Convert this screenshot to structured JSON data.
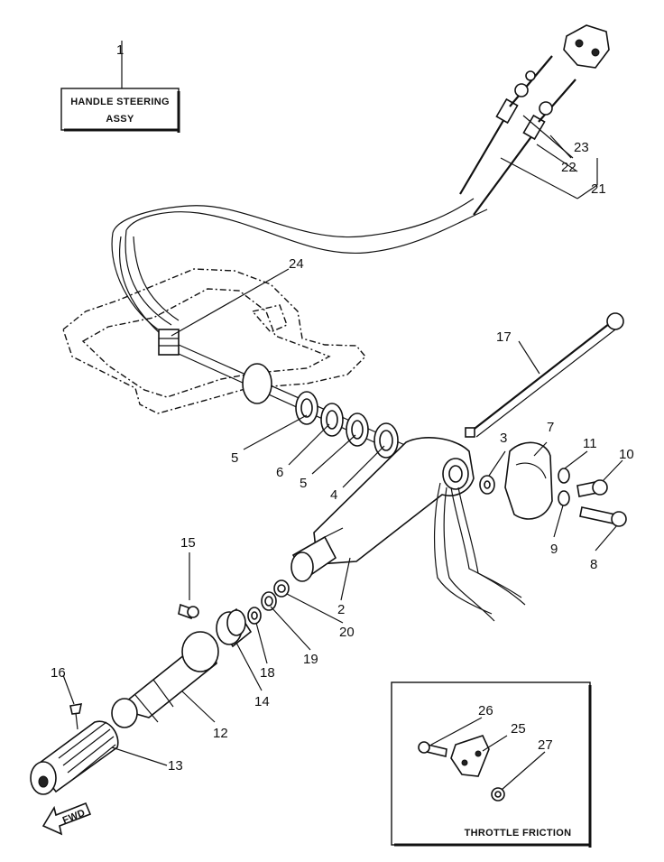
{
  "title_box": {
    "line1": "HANDLE STEERING",
    "line2": "ASSY"
  },
  "inset_box": {
    "title": "THROTTLE FRICTION"
  },
  "fwd_arrow": {
    "label": "FWD"
  },
  "part_labels": [
    {
      "num": "1"
    },
    {
      "num": "2"
    },
    {
      "num": "3"
    },
    {
      "num": "4"
    },
    {
      "num": "5"
    },
    {
      "num": "5"
    },
    {
      "num": "6"
    },
    {
      "num": "7"
    },
    {
      "num": "8"
    },
    {
      "num": "9"
    },
    {
      "num": "10"
    },
    {
      "num": "11"
    },
    {
      "num": "12"
    },
    {
      "num": "13"
    },
    {
      "num": "14"
    },
    {
      "num": "15"
    },
    {
      "num": "16"
    },
    {
      "num": "17"
    },
    {
      "num": "18"
    },
    {
      "num": "19"
    },
    {
      "num": "20"
    },
    {
      "num": "21"
    },
    {
      "num": "22"
    },
    {
      "num": "23"
    },
    {
      "num": "24"
    },
    {
      "num": "25"
    },
    {
      "num": "26"
    },
    {
      "num": "27"
    }
  ]
}
